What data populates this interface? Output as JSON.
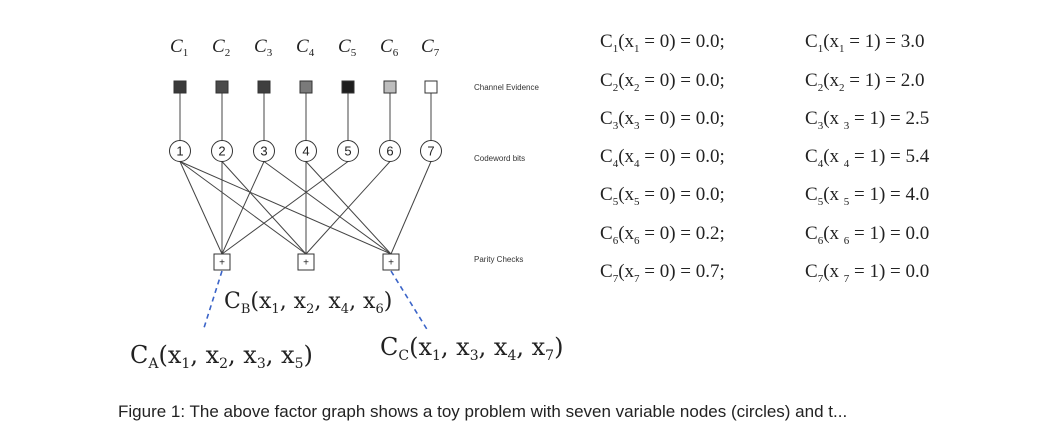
{
  "factor_graph": {
    "channel_labels": [
      "C1",
      "C2",
      "C3",
      "C4",
      "C5",
      "C6",
      "C7"
    ],
    "channel_colors": [
      "#3a3a3a",
      "#4a4a4a",
      "#3f3f3f",
      "#7a7a7a",
      "#1e1e1e",
      "#bdbdbd",
      "#ffffff"
    ],
    "bit_labels": [
      "1",
      "2",
      "3",
      "4",
      "5",
      "6",
      "7"
    ],
    "check_symbol": "+",
    "row_labels": {
      "channel": "Channel Evidence",
      "bits": "Codeword bits",
      "checks": "Parity Checks"
    },
    "check_labels": {
      "A": "CA(x1, x2, x3, x5)",
      "B": "CB(x1, x2, x4, x6)",
      "C": "CC(x1, x3, x4, x7)"
    },
    "edges": [
      {
        "bit": 1,
        "check": "A"
      },
      {
        "bit": 2,
        "check": "A"
      },
      {
        "bit": 3,
        "check": "A"
      },
      {
        "bit": 5,
        "check": "A"
      },
      {
        "bit": 1,
        "check": "B"
      },
      {
        "bit": 2,
        "check": "B"
      },
      {
        "bit": 4,
        "check": "B"
      },
      {
        "bit": 6,
        "check": "B"
      },
      {
        "bit": 1,
        "check": "C"
      },
      {
        "bit": 3,
        "check": "C"
      },
      {
        "bit": 4,
        "check": "C"
      },
      {
        "bit": 7,
        "check": "C"
      }
    ]
  },
  "evidence_table": [
    {
      "left": "C1(x1 = 0) = 0.0;",
      "right": "C1(x1 = 1) = 3.0"
    },
    {
      "left": "C2(x2 = 0) = 0.0;",
      "right": "C2(x2 = 1) = 2.0"
    },
    {
      "left": "C3(x3 = 0) = 0.0;",
      "right": "C3(x 3 = 1) = 2.5"
    },
    {
      "left": "C4(x4 = 0) = 0.0;",
      "right": "C4(x 4 = 1) = 5.4"
    },
    {
      "left": "C5(x5 = 0) = 0.0;",
      "right": "C5(x 5 = 1) = 4.0"
    },
    {
      "left": "C6(x6 = 0) = 0.2;",
      "right": "C6(x 6 = 1) = 0.0"
    },
    {
      "left": "C7(x7 = 0) = 0.7;",
      "right": "C7(x 7 = 1) = 0.0"
    }
  ],
  "caption": "Figure 1: The above factor graph shows a toy problem with seven variable nodes (circles) and t..."
}
